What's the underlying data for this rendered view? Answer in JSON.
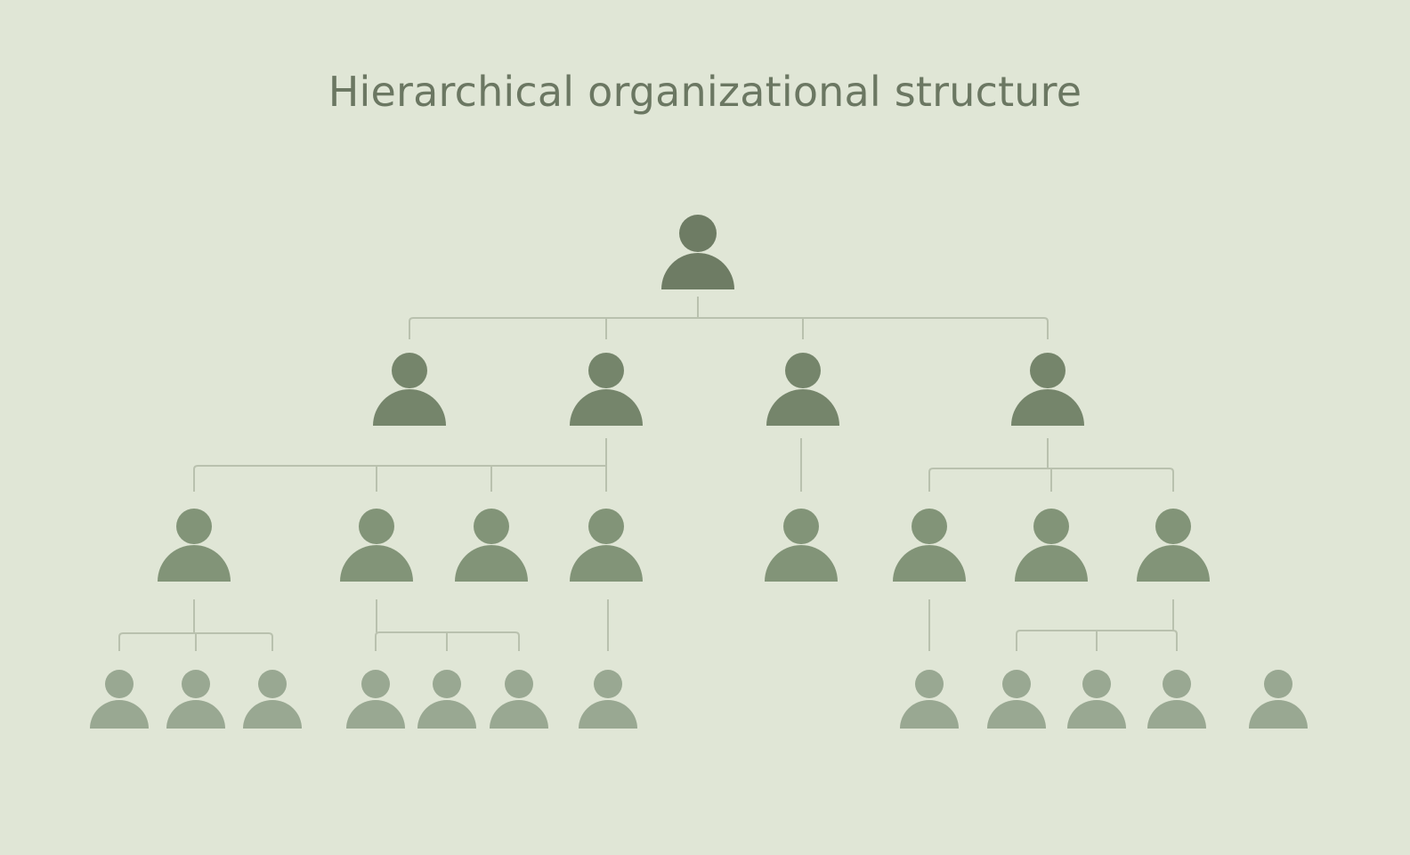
{
  "title": "Hierarchical organizational structure",
  "colors": {
    "background": "#e0e6d6",
    "title": "#6b7762",
    "connector": "#b9c1ae",
    "level_0": "#6e7c64",
    "level_1": "#75856b",
    "level_2": "#829478",
    "level_3": "#99a892"
  },
  "org": {
    "id": "root",
    "level": 0,
    "children": [
      {
        "id": "b1",
        "level": 1,
        "children": []
      },
      {
        "id": "b2",
        "level": 1,
        "children": [
          {
            "id": "c1",
            "level": 2,
            "children": [
              {
                "id": "d1",
                "level": 3,
                "children": []
              },
              {
                "id": "d2",
                "level": 3,
                "children": []
              },
              {
                "id": "d3",
                "level": 3,
                "children": []
              }
            ]
          },
          {
            "id": "c2",
            "level": 2,
            "children": [
              {
                "id": "d4",
                "level": 3,
                "children": []
              },
              {
                "id": "d5",
                "level": 3,
                "children": []
              },
              {
                "id": "d6",
                "level": 3,
                "children": []
              }
            ]
          },
          {
            "id": "c3",
            "level": 2,
            "children": []
          },
          {
            "id": "c4",
            "level": 2,
            "children": [
              {
                "id": "d7",
                "level": 3,
                "children": []
              }
            ]
          }
        ]
      },
      {
        "id": "b3",
        "level": 1,
        "children": [
          {
            "id": "c5",
            "level": 2,
            "children": []
          }
        ]
      },
      {
        "id": "b4",
        "level": 1,
        "children": [
          {
            "id": "c6",
            "level": 2,
            "children": [
              {
                "id": "d8",
                "level": 3,
                "children": []
              }
            ]
          },
          {
            "id": "c7",
            "level": 2,
            "children": []
          },
          {
            "id": "c8",
            "level": 2,
            "children": [
              {
                "id": "d9",
                "level": 3,
                "children": []
              },
              {
                "id": "d10",
                "level": 3,
                "children": []
              },
              {
                "id": "d11",
                "level": 3,
                "children": []
              }
            ]
          }
        ]
      }
    ]
  },
  "unconnected": [
    {
      "id": "d12",
      "level": 3
    }
  ]
}
